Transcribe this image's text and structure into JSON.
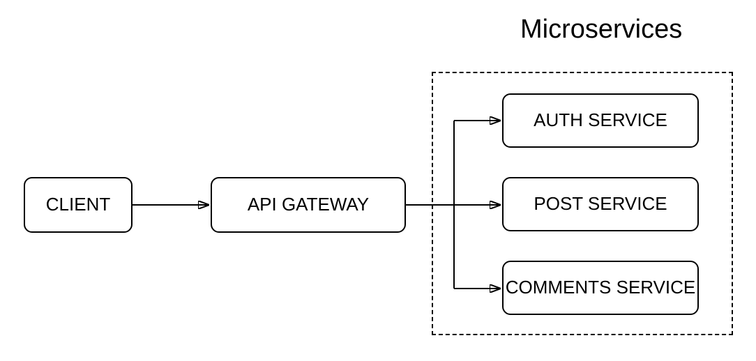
{
  "diagram": {
    "title": "Microservices",
    "nodes": {
      "client": {
        "label": "CLIENT"
      },
      "gateway": {
        "label": "API GATEWAY"
      },
      "auth": {
        "label": "AUTH SERVICE"
      },
      "post": {
        "label": "POST SERVICE"
      },
      "comments": {
        "label": "COMMENTS SERVICE"
      }
    },
    "group": {
      "label": "Microservices",
      "contains": [
        "auth",
        "post",
        "comments"
      ],
      "border_style": "dashed"
    },
    "edges": [
      {
        "from": "client",
        "to": "gateway",
        "style": "arrow"
      },
      {
        "from": "gateway",
        "to": "auth",
        "style": "arrow"
      },
      {
        "from": "gateway",
        "to": "post",
        "style": "arrow"
      },
      {
        "from": "gateway",
        "to": "comments",
        "style": "arrow"
      }
    ],
    "colors": {
      "stroke": "#000000",
      "node_fill": "#ffffff",
      "background": "#ffffff",
      "text": "#000000"
    }
  }
}
